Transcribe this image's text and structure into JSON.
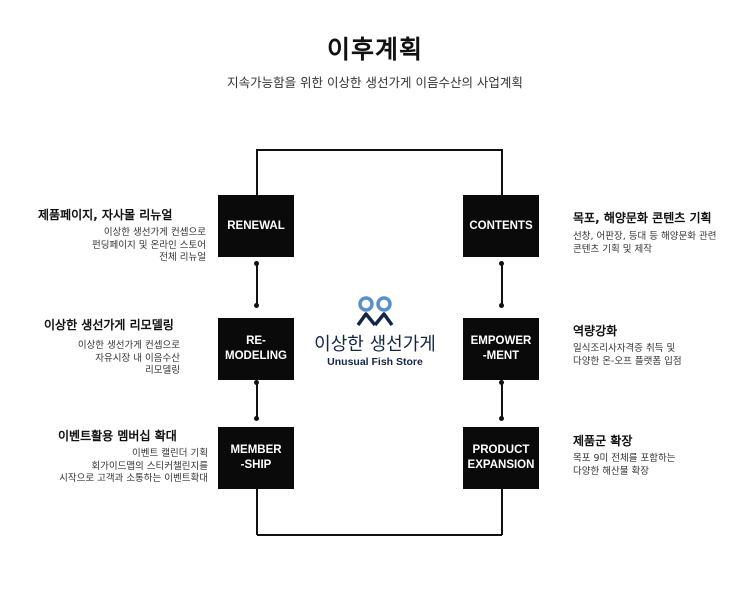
{
  "title": "이후계획",
  "subtitle": "지속가능함을 위한 이상한 생선가게 이음수산의 사업계획",
  "logo": {
    "korean": "이상한 생선가게",
    "english": "Unusual Fish Store",
    "colors": {
      "navy": "#14254a",
      "blue": "#5b8fc7"
    }
  },
  "left": [
    {
      "box": "RENEWAL",
      "heading": "제품페이지, 자사몰 리뉴얼",
      "desc": "이상한 생선가게 컨셉으로\n펀딩페이지 및 온라인 스토어\n전체 리뉴얼"
    },
    {
      "box": "RE-\nMODELING",
      "heading": "이상한 생선가게 리모델링",
      "desc": "이상한 생선가게 컨셉으로\n자유시장 내  이음수산\n리모델링"
    },
    {
      "box": "MEMBER\n-SHIP",
      "heading": "이벤트활용 멤버십 확대",
      "desc": "이벤트 캘린더 기획\n회가이드맵의 스티커챌린지를\n시작으로 고객과 소통하는 이벤트확대"
    }
  ],
  "right": [
    {
      "box": "CONTENTS",
      "heading": "목포, 해양문화 콘텐츠 기획",
      "desc": "선창, 어판장, 등대 등 해양문화 관련\n콘텐츠 기획 및 제작"
    },
    {
      "box": "EMPOWER\n-MENT",
      "heading": "역량강화",
      "desc": "일식조리사자격증 취득 및\n다양한 온-오프 플랫폼 입점"
    },
    {
      "box": "PRODUCT\nEXPANSION",
      "heading": "제품군 확장",
      "desc": "목포 9미 전체를 포함하는\n다양한 해산물 확장"
    }
  ]
}
